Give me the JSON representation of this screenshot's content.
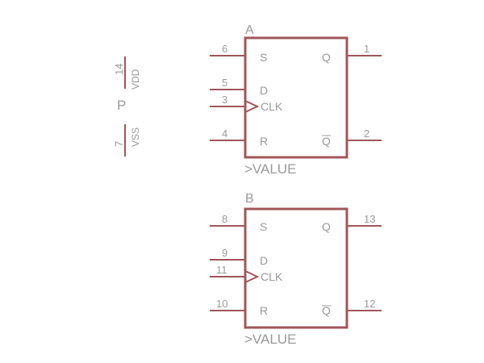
{
  "schematic": {
    "power_gate": {
      "name": "P",
      "vdd_pin": "14",
      "vdd_label": "VDD",
      "vss_pin": "7",
      "vss_label": "VSS"
    },
    "gates": [
      {
        "name": "A",
        "value": ">VALUE",
        "pins": {
          "s_num": "6",
          "s_label": "S",
          "d_num": "5",
          "d_label": "D",
          "clk_num": "3",
          "clk_label": "CLK",
          "r_num": "4",
          "r_label": "R",
          "q_num": "1",
          "q_label": "Q",
          "qn_num": "2",
          "qn_label": "Q"
        }
      },
      {
        "name": "B",
        "value": ">VALUE",
        "pins": {
          "s_num": "8",
          "s_label": "S",
          "d_num": "9",
          "d_label": "D",
          "clk_num": "11",
          "clk_label": "CLK",
          "r_num": "10",
          "r_label": "R",
          "q_num": "13",
          "q_label": "Q",
          "qn_num": "12",
          "qn_label": "Q"
        }
      }
    ]
  }
}
